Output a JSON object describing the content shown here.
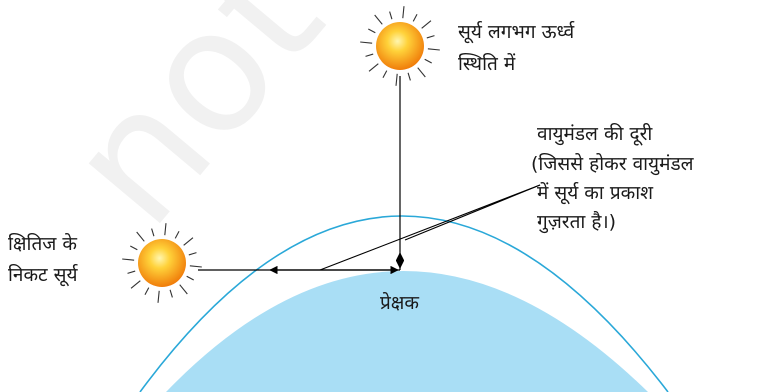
{
  "watermark": "not",
  "labels": {
    "sun_overhead": [
      "सूर्य लगभग ऊर्ध्व",
      "स्थिति में"
    ],
    "sun_horizon": [
      "क्षितिज के",
      "निकट सूर्य"
    ],
    "atmosphere_distance": [
      "वायुमंडल की दूरी",
      "(जिससे होकर वायुमंडल",
      "में सूर्य का प्रकाश",
      "गुज़रता है।)"
    ],
    "observer": "प्रेक्षक"
  },
  "colors": {
    "earth": "#a9def5",
    "atmosphere_edge": "#2aa8d8",
    "sun_core": "#f79a10",
    "sun_glow": "#fff3a0",
    "rays": "#333333",
    "lines": "#000000"
  }
}
